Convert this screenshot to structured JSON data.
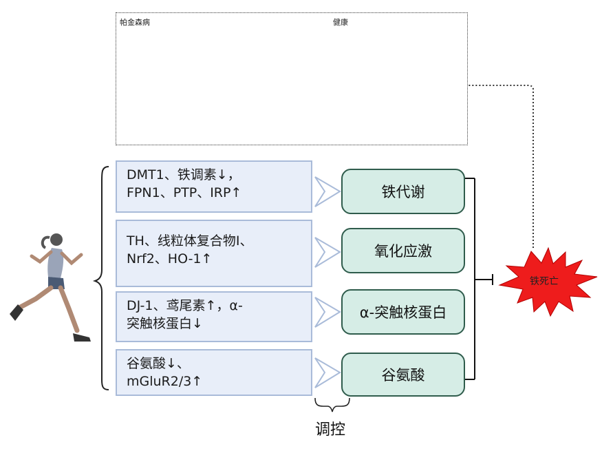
{
  "top": {
    "left_label": "帕金森病",
    "right_label": "健康"
  },
  "factors": [
    {
      "lines": [
        "DMT1、铁调素↓，",
        "FPN1、PTP、IRP↑"
      ]
    },
    {
      "lines": [
        "TH、线粒体复合物Ⅰ、",
        "Nrf2、HO-1↑"
      ]
    },
    {
      "lines": [
        "DJ-1、鸢尾素↑，α-",
        "突触核蛋白↓"
      ]
    },
    {
      "lines": [
        "谷氨酸↓、",
        "mGluR2/3↑"
      ]
    }
  ],
  "pathways": [
    "铁代谢",
    "氧化应激",
    "α-突触核蛋白",
    "谷氨酸"
  ],
  "ferroptosis_label": "铁死亡",
  "regulate_label": "调控",
  "colors": {
    "factor_fill": "#e8eef9",
    "factor_border": "#a9bbd9",
    "pathway_fill": "#d6ede6",
    "pathway_border": "#2f5c4c",
    "burst_red": "#ee1c1c",
    "healthy_teal": "#8fdcd0"
  },
  "icons": [
    "runner-icon",
    "brain-head-dark-icon",
    "brain-head-teal-icon",
    "burst-icon"
  ]
}
